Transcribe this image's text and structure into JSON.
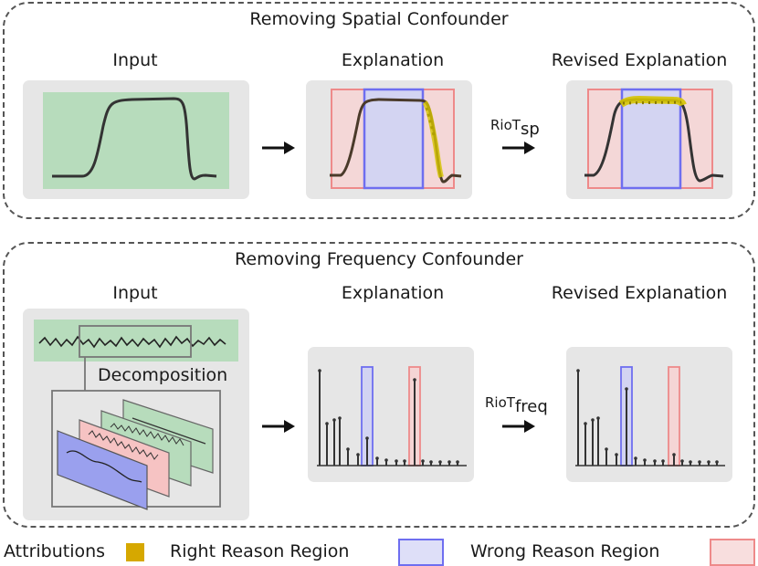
{
  "sections": [
    {
      "title": "Removing Spatial Confounder",
      "panels": [
        "Input",
        "Explanation",
        "Revised Explanation"
      ],
      "arrow_label": {
        "base": "RioT",
        "sub": "sp"
      }
    },
    {
      "title": "Removing Frequency Confounder",
      "panels": [
        "Input",
        "Explanation",
        "Revised Explanation"
      ],
      "arrow_label": {
        "base": "RioT",
        "sub": "freq"
      },
      "decomposition_label": "Decomposition"
    }
  ],
  "legend": {
    "attributions": "Attributions",
    "right_reason": "Right Reason Region",
    "wrong_reason": "Wrong Reason Region"
  },
  "colors": {
    "right_reason_fill": "#cfd0f3",
    "right_reason_edge": "#6e6ef0",
    "wrong_reason_fill": "#f6d3d3",
    "wrong_reason_edge": "#ee8a8a",
    "attribution": "#d6a800",
    "input_bg": "#b7dcbc"
  }
}
